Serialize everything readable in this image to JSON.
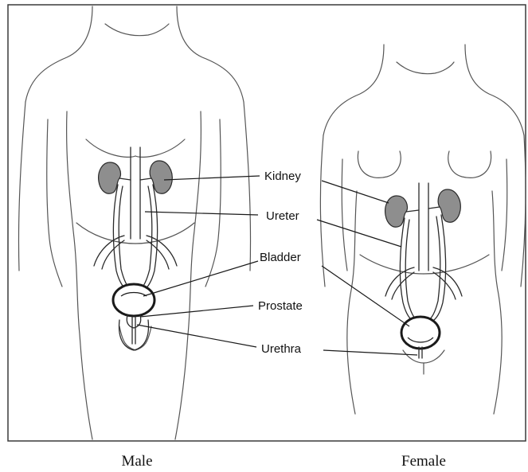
{
  "labels": {
    "kidney": "Kidney",
    "ureter": "Ureter",
    "bladder": "Bladder",
    "prostate": "Prostate",
    "urethra": "Urethra"
  },
  "captions": {
    "male": "Male",
    "female": "Female"
  }
}
